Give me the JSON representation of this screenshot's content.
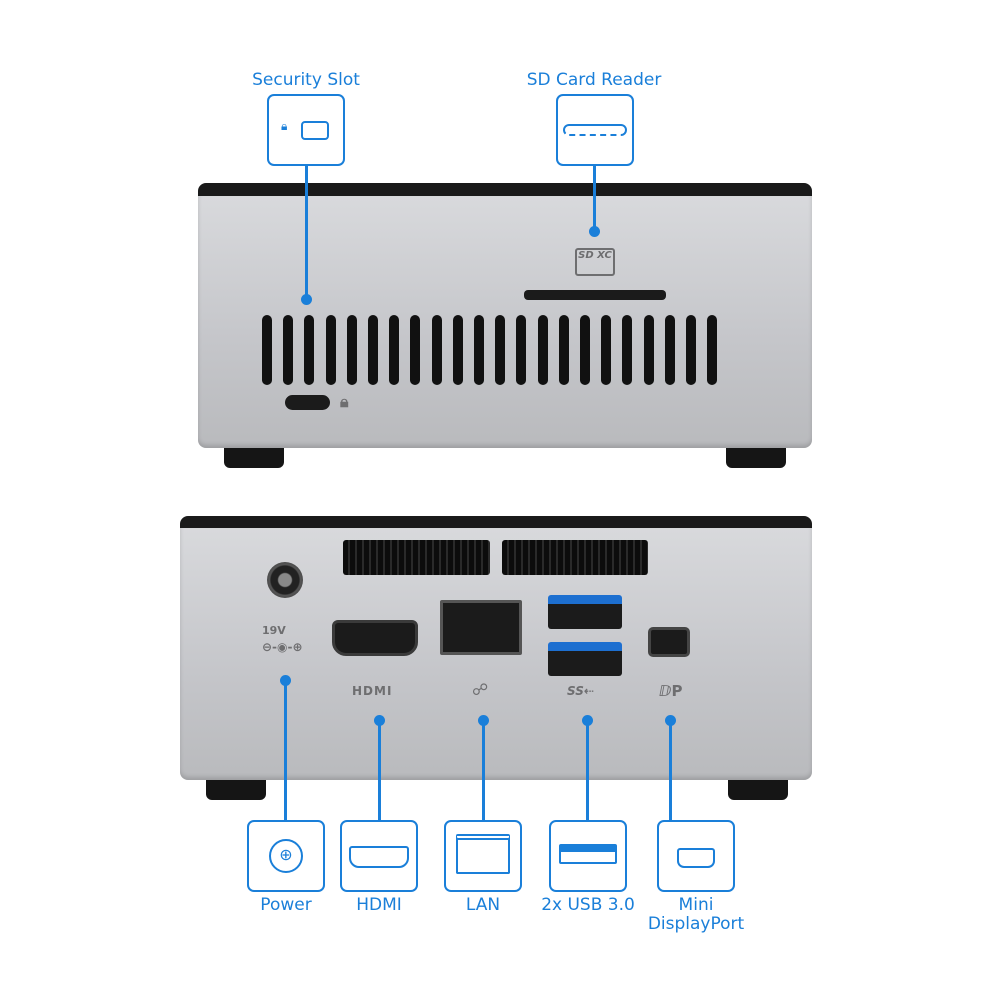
{
  "callouts": {
    "security_slot": "Security Slot",
    "sd_card_reader": "SD Card Reader",
    "power": "Power",
    "hdmi": "HDMI",
    "lan": "LAN",
    "usb": "2x USB 3.0",
    "mini_dp_line1": "Mini",
    "mini_dp_line2": "DisplayPort"
  },
  "device_markings": {
    "sd_logo": "SD XC",
    "voltage": "19V",
    "hdmi_logo": "HDMI",
    "usb_logo": "SS"
  },
  "colors": {
    "accent": "#1a7fd9"
  }
}
